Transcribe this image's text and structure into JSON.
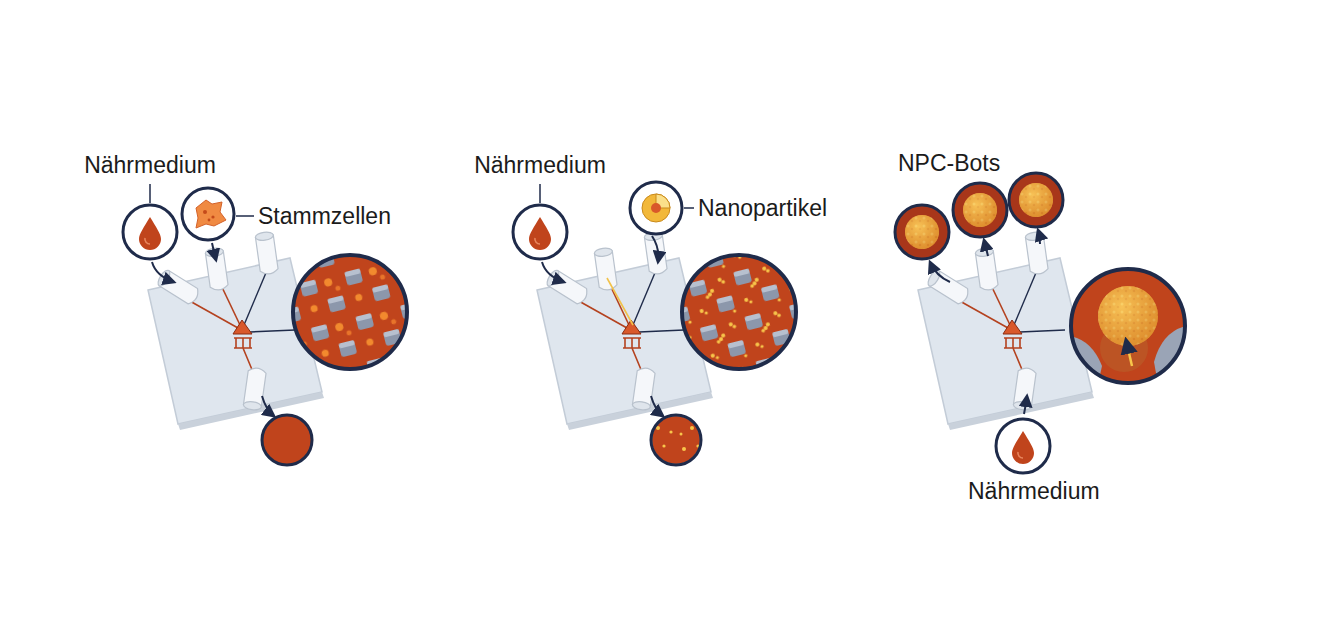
{
  "diagram": {
    "labels": [
      "Nährmedium",
      "Stammzellen",
      "Nährmedium",
      "Nanopartikel",
      "NPC-Bots",
      "Nährmedium"
    ]
  }
}
